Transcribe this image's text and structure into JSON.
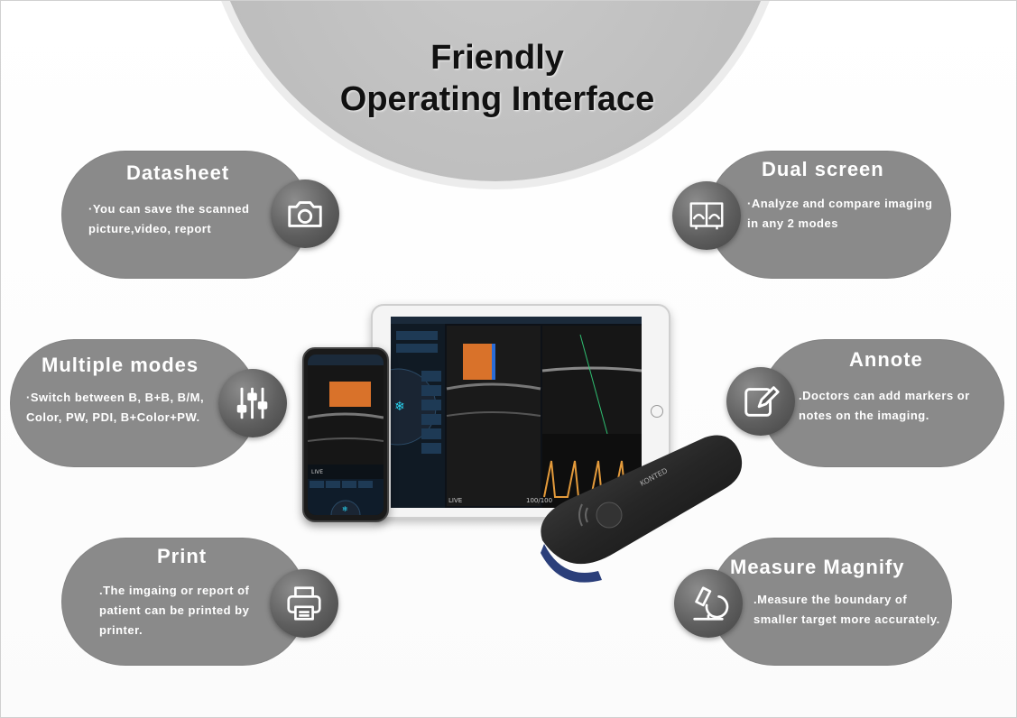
{
  "header": {
    "title_line1": "Friendly",
    "title_line2": "Operating Interface"
  },
  "features": {
    "datasheet": {
      "title": "Datasheet",
      "desc_line1": "·You can save the scanned",
      "desc_line2": "picture,video, report",
      "icon": "camera-icon"
    },
    "dual_screen": {
      "title": "Dual screen",
      "desc_line1": "·Analyze and compare imaging",
      "desc_line2": "in any 2 modes",
      "icon": "dual-screen-icon"
    },
    "multiple_modes": {
      "title": "Multiple modes",
      "desc_line1": "·Switch between B, B+B, B/M,",
      "desc_line2": "Color, PW, PDI, B+Color+PW.",
      "icon": "sliders-icon"
    },
    "annote": {
      "title": "Annote",
      "desc_line1": ".Doctors can add markers or",
      "desc_line2": "notes on the imaging.",
      "icon": "edit-pencil-icon"
    },
    "print": {
      "title": "Print",
      "desc_line1": ".The imgaing or report of",
      "desc_line2": "patient can be printed by",
      "desc_line3": "printer.",
      "icon": "printer-icon"
    },
    "measure_magnify": {
      "title": "Measure Magnify",
      "desc_line1": ".Measure the boundary of",
      "desc_line2": "smaller target more accurately.",
      "icon": "microscope-icon"
    }
  },
  "devices": {
    "tablet_status": "LIVE",
    "tablet_counter": "100/100",
    "phone_status": "LIVE",
    "probe_brand": "KONTED"
  },
  "colors": {
    "pill_gray": "#8a8a8a",
    "circle_gray": "#bdbdbd",
    "doppler_orange": "#d9722a",
    "ui_blue": "#1e6fa8"
  }
}
